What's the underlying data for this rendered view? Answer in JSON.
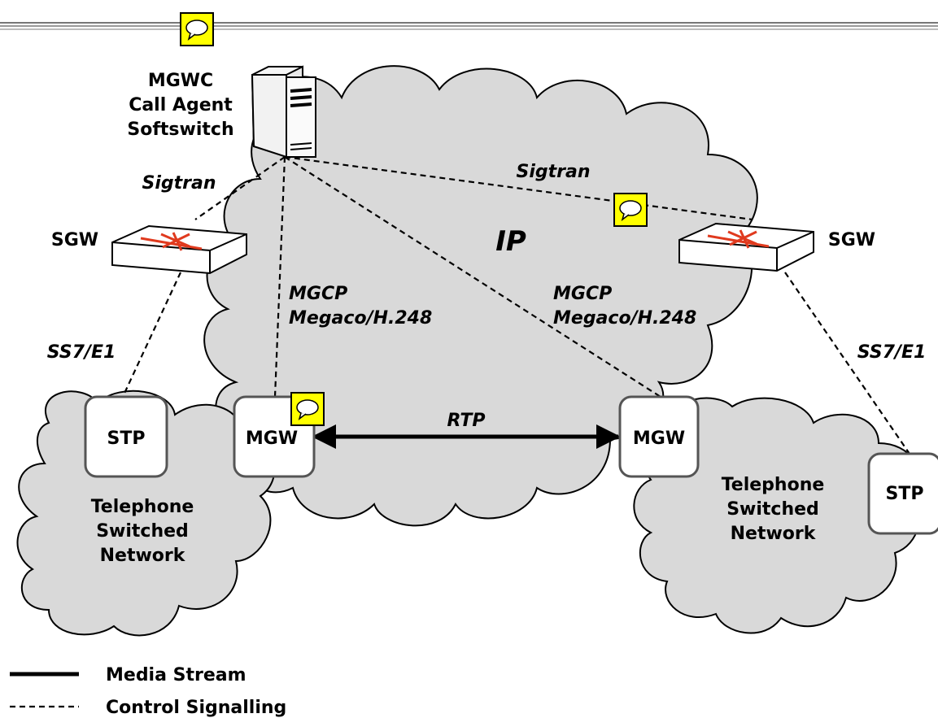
{
  "nodes": {
    "mgwc": [
      "MGWC",
      "Call Agent",
      "Softswitch"
    ],
    "sgw_left": "SGW",
    "sgw_right": "SGW",
    "stp_left": "STP",
    "stp_right": "STP",
    "mgw_left": "MGW",
    "mgw_right": "MGW",
    "ip_cloud": "IP",
    "pstn_left": [
      "Telephone",
      "Switched",
      "Network"
    ],
    "pstn_right": [
      "Telephone",
      "Switched",
      "Network"
    ]
  },
  "links": {
    "sigtran_left": "Sigtran",
    "sigtran_right": "Sigtran",
    "mgcp_left": [
      "MGCP",
      "Megaco/H.248"
    ],
    "mgcp_right": [
      "MGCP",
      "Megaco/H.248"
    ],
    "ss7_left": "SS7/E1",
    "ss7_right": "SS7/E1",
    "rtp": "RTP"
  },
  "legend": {
    "media_stream": "Media Stream",
    "control_signalling": "Control Signalling"
  },
  "colors": {
    "cloud_fill": "#d9d9d9",
    "note_fill": "#ffff00",
    "router_x": "#e03a1e"
  }
}
